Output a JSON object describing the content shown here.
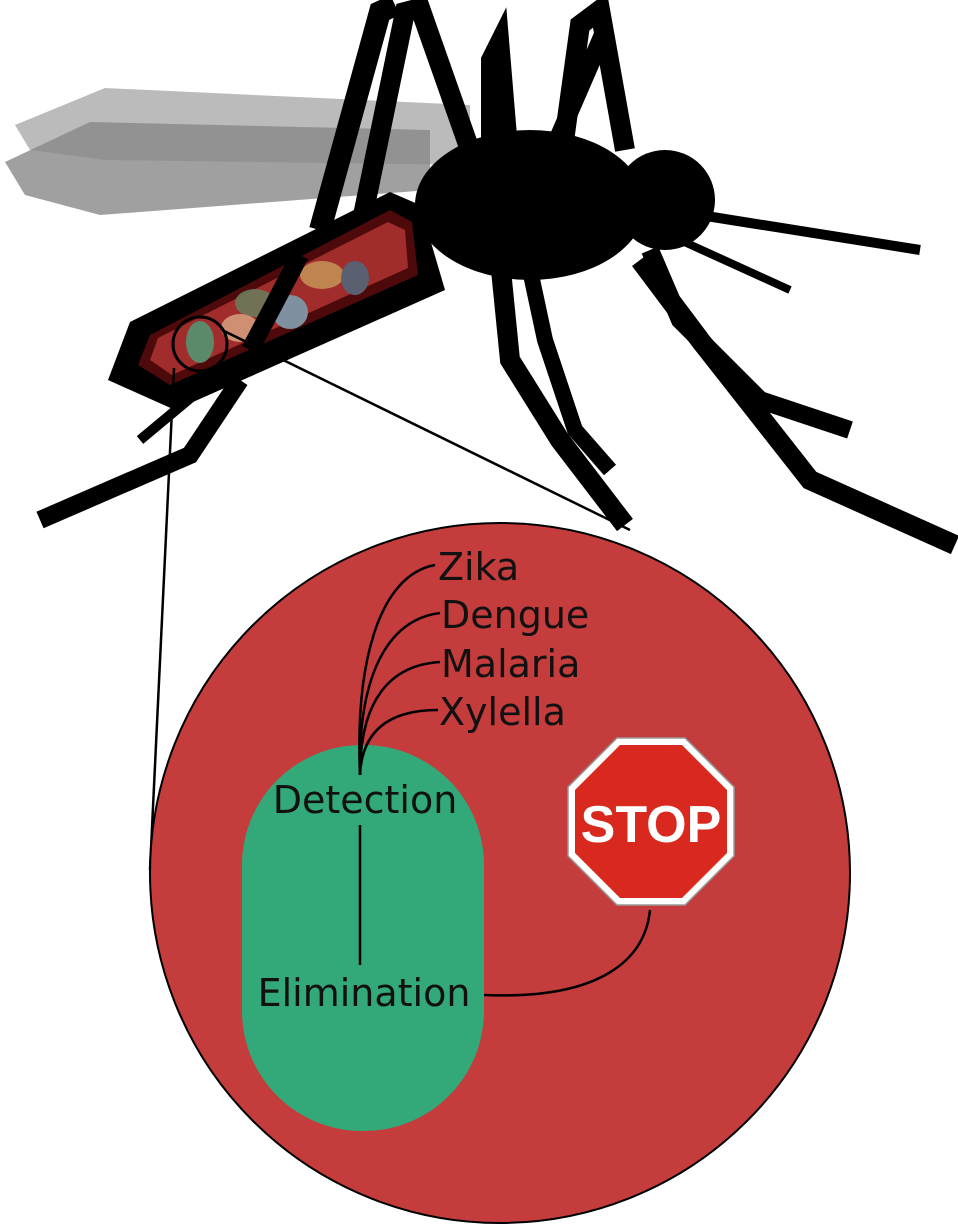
{
  "diagram": {
    "pathogens": [
      "Zika",
      "Dengue",
      "Malaria",
      "Xylella"
    ],
    "box": {
      "top_label": "Detection",
      "bottom_label": "Elimination"
    },
    "stop_sign": "STOP",
    "colors": {
      "circle": "#c43c3c",
      "box": "#33a878",
      "stop": "#d9281e",
      "abdomen": "#a02c2c",
      "abdomen_border": "#4e0a0a",
      "body": "#000000",
      "wing": "#999999"
    }
  }
}
